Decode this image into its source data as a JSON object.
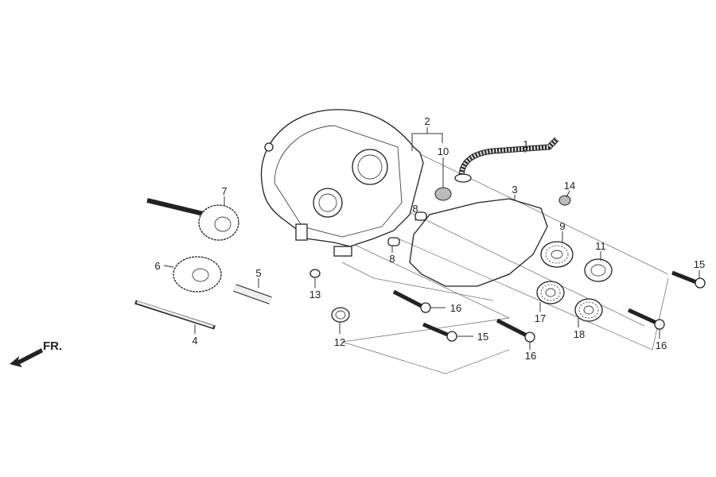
{
  "diagram": {
    "direction_label": "FR.",
    "callouts": {
      "p1": "1",
      "p2": "2",
      "p3": "3",
      "p4": "4",
      "p5": "5",
      "p6": "6",
      "p7": "7",
      "p8a": "8",
      "p8b": "8",
      "p9": "9",
      "p10": "10",
      "p11": "11",
      "p12": "12",
      "p13": "13",
      "p14": "14",
      "p15a": "15",
      "p15b": "15",
      "p16a": "16",
      "p16b": "16",
      "p16c": "16",
      "p17": "17",
      "p18": "18"
    }
  }
}
